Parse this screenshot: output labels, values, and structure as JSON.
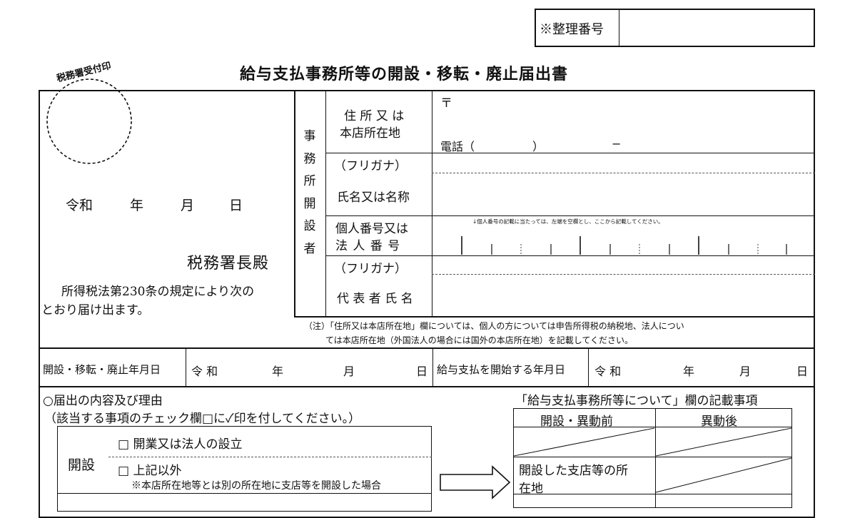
{
  "header": {
    "ref_label": "※整理番号",
    "stamp_label": "税務署受付印",
    "title": "給与支払事務所等の開設・移転・廃止届出書"
  },
  "left_panel": {
    "date_era": "令和",
    "date_year": "年",
    "date_month": "月",
    "date_day": "日",
    "addressee": "税務署長殿",
    "statement_line1": "所得税法第230条の規定により次の",
    "statement_line2": "とおり届け出ます。"
  },
  "establisher": {
    "side_label": [
      "事",
      "務",
      "所",
      "開",
      "設",
      "者"
    ],
    "address_label_1": "住 所 又 は",
    "address_label_2": "本店所在地",
    "postal_mark": "〒",
    "phone_label": "電話（",
    "phone_paren": "）",
    "phone_dash": "−",
    "furigana_1": "（フリガナ）",
    "name_label": "氏名又は名称",
    "number_label_1": "個人番号又は",
    "number_label_2": "法 人 番 号",
    "number_note": "↓個人番号の記載に当たっては、左端を空欄とし、ここから記載してください。",
    "furigana_2": "（フリガナ）",
    "rep_label": "代 表 者 氏 名",
    "note_line1": "（注）「住所又は本店所在地」欄については、個人の方については申告所得税の納税地、法人につい",
    "note_line2": "ては本店所在地（外国法人の場合には国外の本店所在地）を記載してください。"
  },
  "dates_row": {
    "label": "開設・移転・廃止年月日",
    "era": "令 和",
    "year": "年",
    "month": "月",
    "day": "日",
    "start_label": "給与支払を開始する年月日",
    "era2": "令 和",
    "year2": "年",
    "month2": "月",
    "day2": "日"
  },
  "reason_section": {
    "heading": "○届出の内容及び理由",
    "instruction": "（該当する事項のチェック欄□に✓印を付してください。）",
    "category": "開設",
    "option1": "□ 開業又は法人の設立",
    "option2": "□ 上記以外",
    "option2_note": "※本店所在地等とは別の所在地に支店等を開設した場合",
    "right_heading": "「給与支払事務所等について」欄の記載事項",
    "col_before": "開設・異動前",
    "col_after": "異動後",
    "row2_line1": "開設した支店等の所",
    "row2_line2": "在地"
  }
}
